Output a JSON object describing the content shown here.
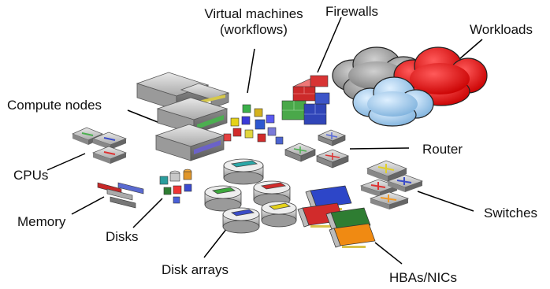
{
  "labels": {
    "virtual_machines_line1": "Virtual machines",
    "virtual_machines_line2": "(workflows)",
    "firewalls": "Firewalls",
    "workloads": "Workloads",
    "compute_nodes": "Compute nodes",
    "router": "Router",
    "cpus": "CPUs",
    "switches": "Switches",
    "memory": "Memory",
    "disks": "Disks",
    "disk_arrays": "Disk arrays",
    "hbas_nics": "HBAs/NICs"
  }
}
